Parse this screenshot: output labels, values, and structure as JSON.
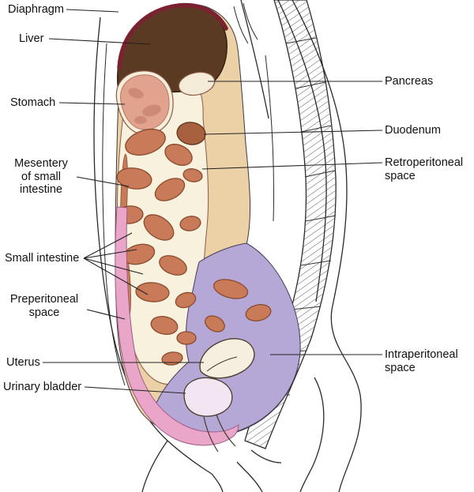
{
  "figure": {
    "labels": {
      "diaphragm": "Diaphragm",
      "liver": "Liver",
      "stomach": "Stomach",
      "mesentery": "Mesentery\nof small\nintestine",
      "small_intestine": "Small intestine",
      "preperitoneal": "Preperitoneal\nspace",
      "uterus": "Uterus",
      "urinary_bladder": "Urinary bladder",
      "pancreas": "Pancreas",
      "duodenum": "Duodenum",
      "retroperitoneal": "Retroperitoneal\nspace",
      "intraperitoneal": "Intraperitoneal\nspace"
    },
    "colors": {
      "liver": "#5b3a23",
      "diaphragm": "#7a2230",
      "stomach_outer": "#f6eedb",
      "stomach_inner": "#e2a38e",
      "stomach_mottle": "#c58270",
      "pancreas": "#f4ecd8",
      "duodenum": "#a8613f",
      "intestine": "#c97a59",
      "peritoneal_cream": "#f8f1dd",
      "retroperitoneal_tan": "#ecd0a6",
      "intraperitoneal_purple": "#b5a8d6",
      "preperitoneal_pink": "#e9a6c9",
      "uterus_fill": "#f6efdf",
      "bladder_fill": "#f3e6f2",
      "outline": "#2a2a2a"
    }
  }
}
